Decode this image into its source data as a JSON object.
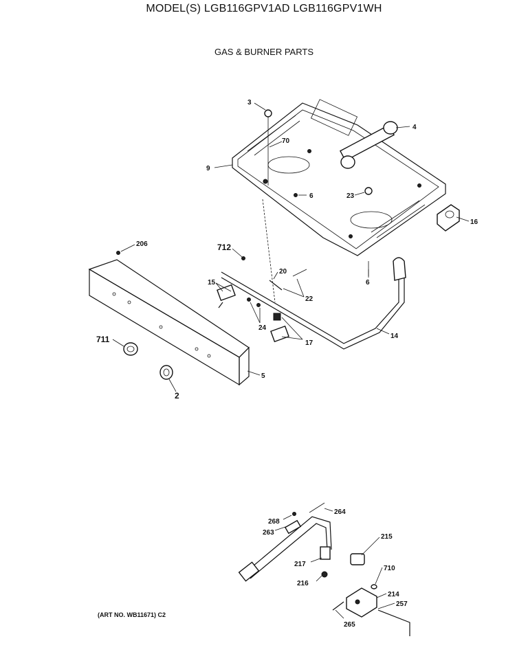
{
  "header": {
    "title": "MODEL(S) LGB116GPV1AD  LGB116GPV1WH",
    "subtitle": "GAS & BURNER PARTS"
  },
  "footer": {
    "art_no": "(ART NO. WB11671) C2"
  },
  "callouts": {
    "c3": "3",
    "c4": "4",
    "c70": "70",
    "c9": "9",
    "c6a": "6",
    "c23": "23",
    "c16": "16",
    "c206": "206",
    "c712": "712",
    "c20": "20",
    "c15": "15",
    "c22": "22",
    "c6b": "6",
    "c24": "24",
    "c14": "14",
    "c17": "17",
    "c711": "711",
    "c5": "5",
    "c2": "2",
    "c268": "268",
    "c264": "264",
    "c263": "263",
    "c215": "215",
    "c217": "217",
    "c710": "710",
    "c216": "216",
    "c214": "214",
    "c257": "257",
    "c265": "265"
  }
}
